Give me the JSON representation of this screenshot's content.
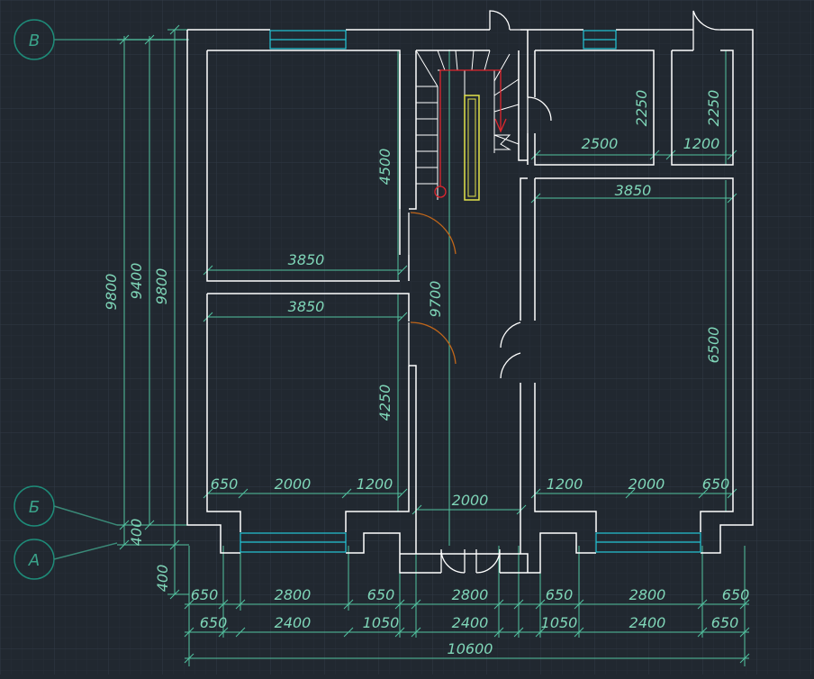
{
  "axis_markers": [
    {
      "id": "V",
      "label": "В"
    },
    {
      "id": "B",
      "label": "Б"
    },
    {
      "id": "A",
      "label": "А"
    }
  ],
  "dimensions": {
    "top_left_room_height": "4500",
    "top_left_room_width": "3850",
    "bottom_left_room_width": "3850",
    "bottom_left_room_height": "4250",
    "corridor_height": "9700",
    "corridor_width": "2000",
    "small_room_height_1": "2250",
    "small_room_height_2": "2250",
    "small_room_width_1": "2500",
    "small_room_width_2": "1200",
    "right_room_width": "3850",
    "right_room_height": "6500",
    "left_overall_1": "9800",
    "left_overall_2": "9400",
    "left_overall_3": "9800",
    "left_offset_1": "400",
    "left_offset_2": "400",
    "inner_left": [
      "650",
      "2000",
      "1200"
    ],
    "inner_right": [
      "1200",
      "2000",
      "650"
    ],
    "row1": [
      "650",
      "2800",
      "650",
      "2800",
      "650",
      "2800",
      "650"
    ],
    "row2": [
      "650",
      "2400",
      "1050",
      "2400",
      "1050",
      "2400",
      "650"
    ],
    "total": "10600"
  },
  "colors": {
    "background": "#212830",
    "grid": "#2c3440",
    "walls": "#ffffff",
    "dim_lines": "#52c3a0",
    "dim_text": "#7fd6b8",
    "window": "#23c6d6",
    "door": "#c0661a",
    "stair_arrow": "#e0262e",
    "chimney": "#e3e34a",
    "axis_circle": "#1e8c79"
  }
}
